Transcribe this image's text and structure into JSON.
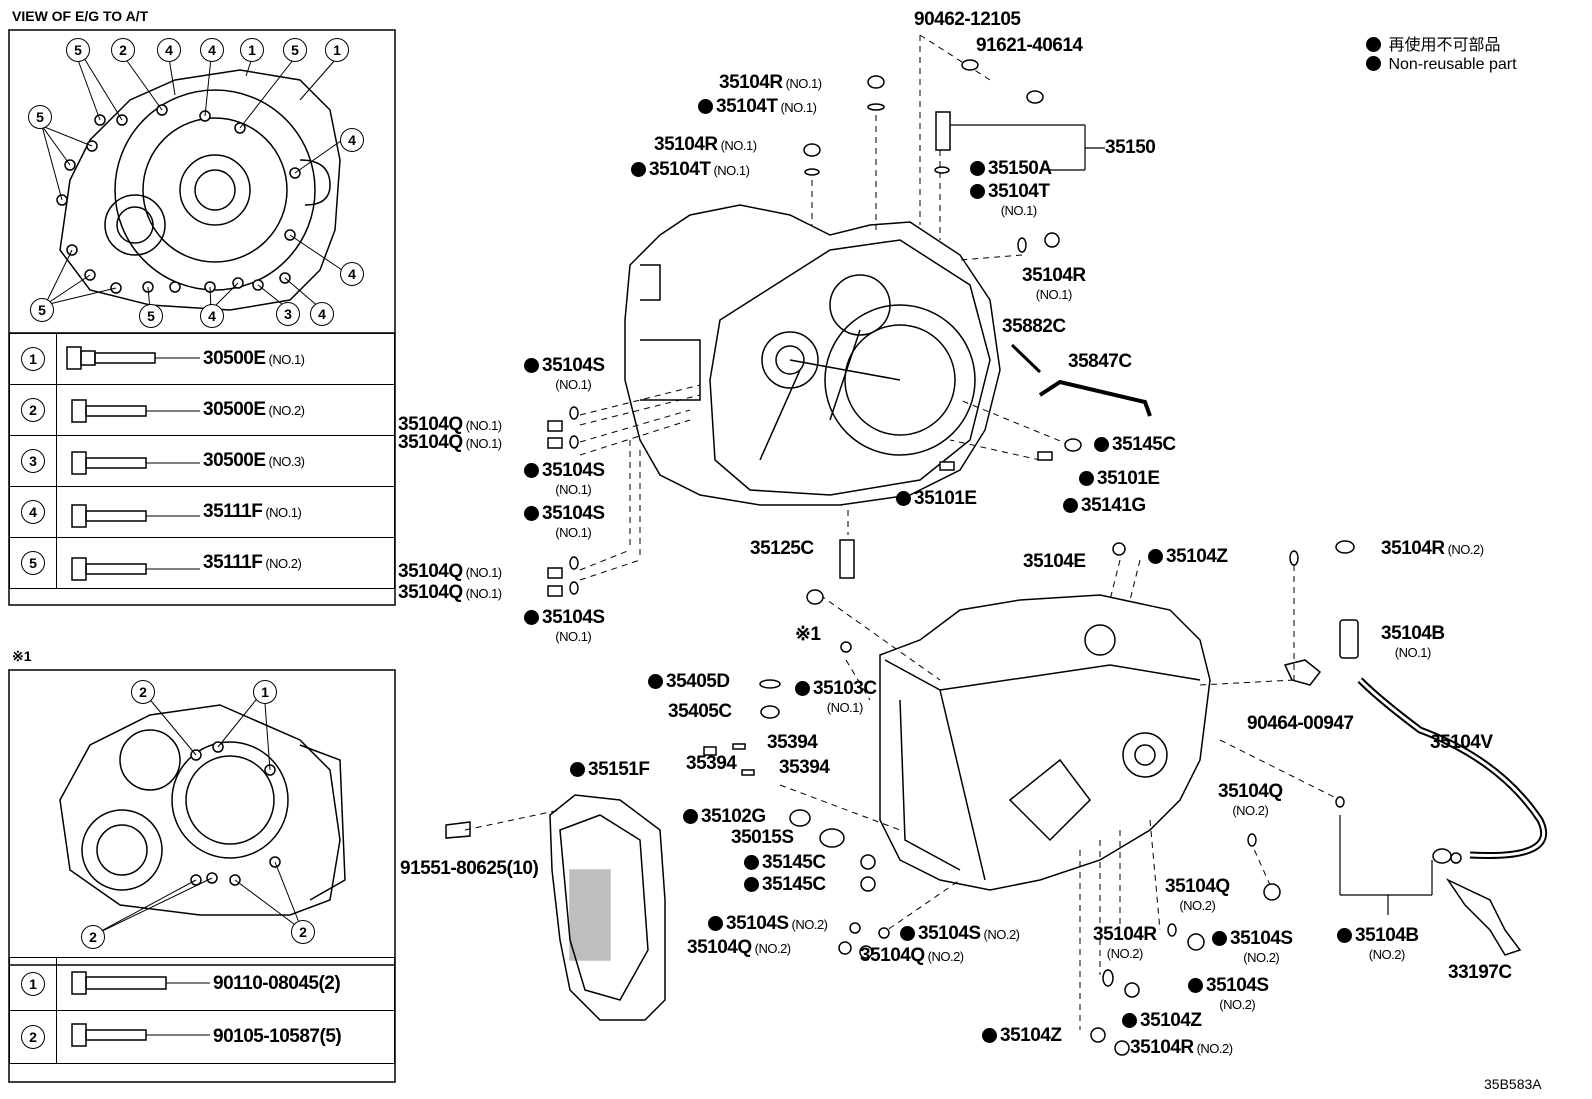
{
  "header": {
    "view_label": "VIEW OF E/G TO A/T",
    "note_mark": "※1",
    "diagram_code": "35B583A"
  },
  "legend": {
    "jp": "再使用不可部品",
    "en": "Non-reusable part"
  },
  "key_table_top": [
    {
      "num": "1",
      "part": "30500E",
      "note": "(NO.1)"
    },
    {
      "num": "2",
      "part": "30500E",
      "note": "(NO.2)"
    },
    {
      "num": "3",
      "part": "30500E",
      "note": "(NO.3)"
    },
    {
      "num": "4",
      "part": "35111F",
      "note": "(NO.1)"
    },
    {
      "num": "5",
      "part": "35111F",
      "note": "(NO.2)"
    }
  ],
  "key_table_bottom": [
    {
      "num": "1",
      "part": "90110-08045(2)"
    },
    {
      "num": "2",
      "part": "90105-10587(5)"
    }
  ],
  "callouts": {
    "top_view": [
      "5",
      "2",
      "4",
      "4",
      "1",
      "5",
      "1",
      "5",
      "4",
      "4",
      "5",
      "5",
      "4",
      "3",
      "4"
    ],
    "bottom_view": [
      "2",
      "1",
      "2",
      "2"
    ]
  },
  "labels": {
    "p1": {
      "code": "90462-12105",
      "note": "",
      "dot": false
    },
    "p2": {
      "code": "91621-40614",
      "note": "",
      "dot": false
    },
    "p3": {
      "code": "35104R",
      "note": "(NO.1)",
      "dot": false
    },
    "p4": {
      "code": "35104T",
      "note": "(NO.1)",
      "dot": true
    },
    "p5": {
      "code": "35104R",
      "note": "(NO.1)",
      "dot": false
    },
    "p6": {
      "code": "35104T",
      "note": "(NO.1)",
      "dot": true
    },
    "p7": {
      "code": "35150",
      "note": "",
      "dot": false
    },
    "p8": {
      "code": "35150A",
      "note": "",
      "dot": true
    },
    "p9": {
      "code": "35104T",
      "note": "(NO.1)",
      "dot": true
    },
    "p10": {
      "code": "35104R",
      "note": "(NO.1)",
      "dot": false
    },
    "p11": {
      "code": "35882C",
      "note": "",
      "dot": false
    },
    "p12": {
      "code": "35847C",
      "note": "",
      "dot": false
    },
    "p13": {
      "code": "35104S",
      "note": "(NO.1)",
      "dot": true
    },
    "p14": {
      "code": "35104Q",
      "note": "(NO.1)",
      "dot": false
    },
    "p15": {
      "code": "35104Q",
      "note": "(NO.1)",
      "dot": false
    },
    "p16": {
      "code": "35104S",
      "note": "(NO.1)",
      "dot": true
    },
    "p17": {
      "code": "35104S",
      "note": "(NO.1)",
      "dot": true
    },
    "p18": {
      "code": "35104Q",
      "note": "(NO.1)",
      "dot": false
    },
    "p19": {
      "code": "35104Q",
      "note": "(NO.1)",
      "dot": false
    },
    "p20": {
      "code": "35104S",
      "note": "(NO.1)",
      "dot": true
    },
    "p21": {
      "code": "35145C",
      "note": "",
      "dot": true
    },
    "p22": {
      "code": "35101E",
      "note": "",
      "dot": true
    },
    "p23": {
      "code": "35101E",
      "note": "",
      "dot": true
    },
    "p24": {
      "code": "35141G",
      "note": "",
      "dot": true
    },
    "p25": {
      "code": "35125C",
      "note": "",
      "dot": false
    },
    "p26": {
      "code": "35104E",
      "note": "",
      "dot": false
    },
    "p27": {
      "code": "35104Z",
      "note": "",
      "dot": true
    },
    "p28": {
      "code": "35104R",
      "note": "(NO.2)",
      "dot": false
    },
    "p29": {
      "code": "※1",
      "note": "",
      "dot": false
    },
    "p30": {
      "code": "35104B",
      "note": "(NO.1)",
      "dot": false
    },
    "p31": {
      "code": "35405D",
      "note": "",
      "dot": true
    },
    "p32": {
      "code": "35103C",
      "note": "(NO.1)",
      "dot": true
    },
    "p33": {
      "code": "35405C",
      "note": "",
      "dot": false
    },
    "p34": {
      "code": "90464-00947",
      "note": "",
      "dot": false
    },
    "p35": {
      "code": "35394",
      "note": "",
      "dot": false
    },
    "p36": {
      "code": "35394",
      "note": "",
      "dot": false
    },
    "p37": {
      "code": "35394",
      "note": "",
      "dot": false
    },
    "p38": {
      "code": "35104V",
      "note": "",
      "dot": false
    },
    "p39": {
      "code": "35151F",
      "note": "",
      "dot": true
    },
    "p40": {
      "code": "35104Q",
      "note": "(NO.2)",
      "dot": false
    },
    "p41": {
      "code": "35102G",
      "note": "",
      "dot": true
    },
    "p42": {
      "code": "35015S",
      "note": "",
      "dot": false
    },
    "p43": {
      "code": "91551-80625(10)",
      "note": "",
      "dot": false
    },
    "p44": {
      "code": "35145C",
      "note": "",
      "dot": true
    },
    "p45": {
      "code": "35145C",
      "note": "",
      "dot": true
    },
    "p46": {
      "code": "35104Q",
      "note": "(NO.2)",
      "dot": false
    },
    "p47": {
      "code": "35104S",
      "note": "(NO.2)",
      "dot": true
    },
    "p48": {
      "code": "35104S",
      "note": "(NO.2)",
      "dot": true
    },
    "p49": {
      "code": "35104Q",
      "note": "(NO.2)",
      "dot": false
    },
    "p50": {
      "code": "35104Q",
      "note": "(NO.2)",
      "dot": false
    },
    "p51": {
      "code": "35104R",
      "note": "(NO.2)",
      "dot": false
    },
    "p52": {
      "code": "35104S",
      "note": "(NO.2)",
      "dot": true
    },
    "p53": {
      "code": "35104B",
      "note": "(NO.2)",
      "dot": true
    },
    "p54": {
      "code": "35104S",
      "note": "(NO.2)",
      "dot": true
    },
    "p55": {
      "code": "33197C",
      "note": "",
      "dot": false
    },
    "p56": {
      "code": "35104Z",
      "note": "",
      "dot": true
    },
    "p57": {
      "code": "35104Z",
      "note": "",
      "dot": true
    },
    "p58": {
      "code": "35104R",
      "note": "(NO.2)",
      "dot": false
    }
  }
}
